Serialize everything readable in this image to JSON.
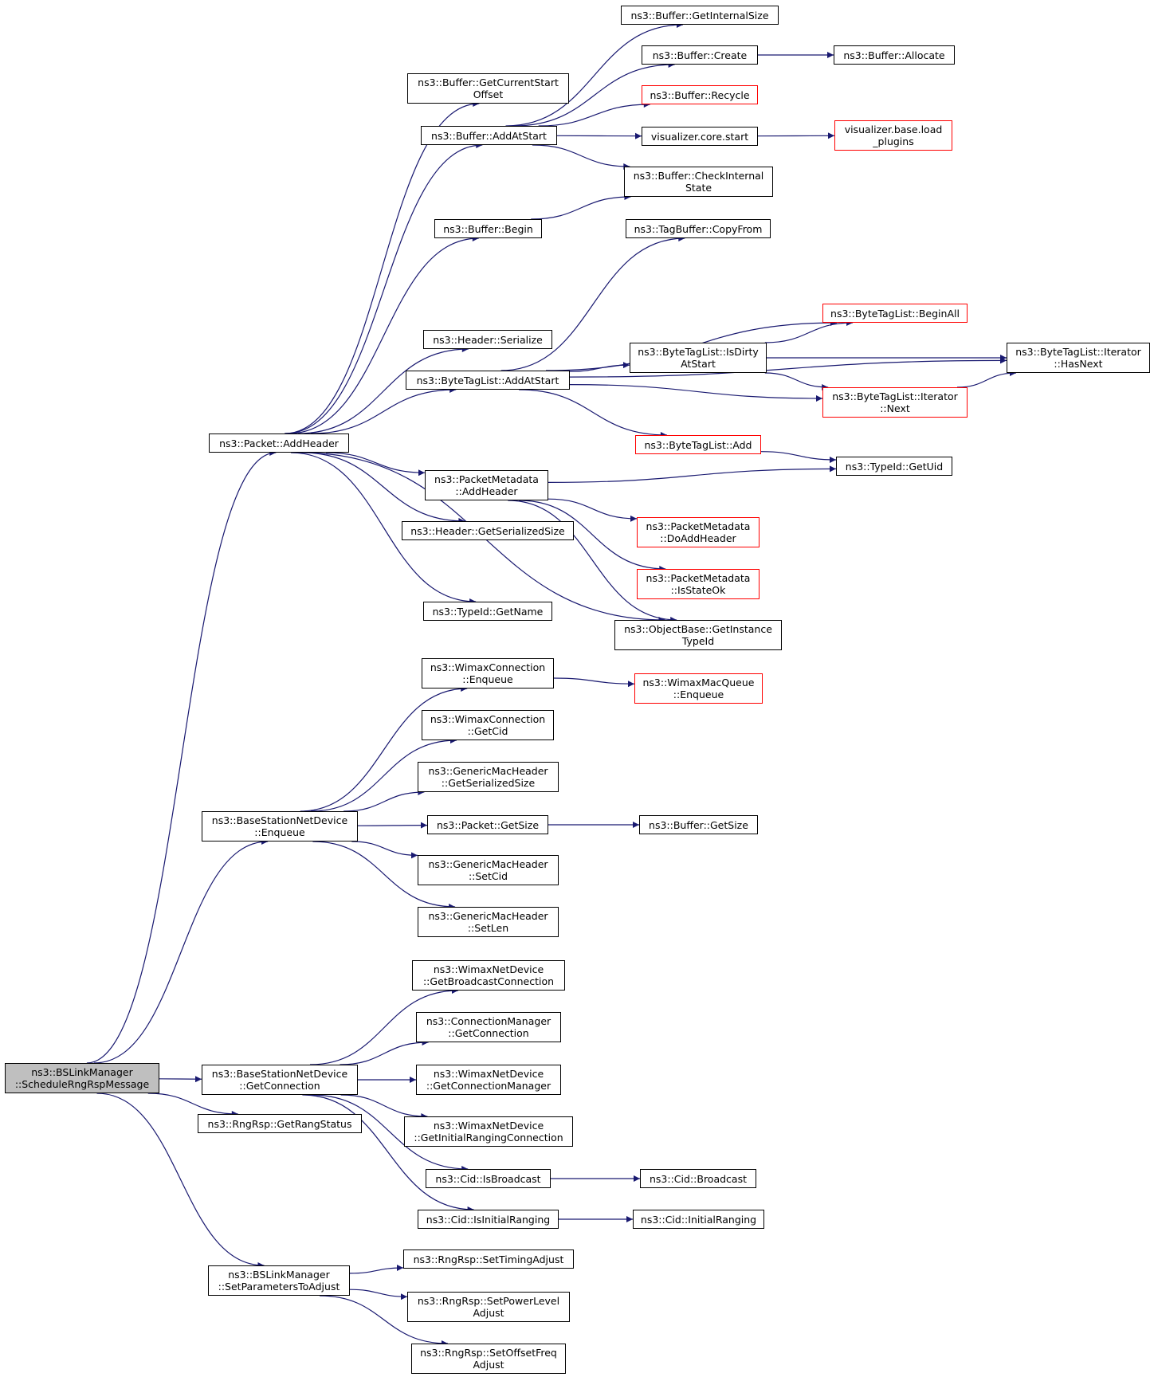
{
  "graph": {
    "colors": {
      "edge": "#191970",
      "node_border": "#000000",
      "incomplete_border": "#ff0000",
      "root_fill": "#bfbfbf",
      "background": "#ffffff"
    },
    "nodes": [
      {
        "id": "n0",
        "label": "ns3::BSLinkManager\n::ScheduleRngRspMessage",
        "style": "root"
      },
      {
        "id": "n1",
        "label": "ns3::Packet::AddHeader",
        "style": "normal"
      },
      {
        "id": "n2",
        "label": "ns3::BaseStationNetDevice\n::Enqueue",
        "style": "normal"
      },
      {
        "id": "n3",
        "label": "ns3::BaseStationNetDevice\n::GetConnection",
        "style": "normal"
      },
      {
        "id": "n4",
        "label": "ns3::RngRsp::GetRangStatus",
        "style": "normal"
      },
      {
        "id": "n5",
        "label": "ns3::BSLinkManager\n::SetParametersToAdjust",
        "style": "normal"
      },
      {
        "id": "n6",
        "label": "ns3::Buffer::GetCurrentStart\nOffset",
        "style": "normal"
      },
      {
        "id": "n7",
        "label": "ns3::Buffer::AddAtStart",
        "style": "normal"
      },
      {
        "id": "n8",
        "label": "ns3::Buffer::Begin",
        "style": "normal"
      },
      {
        "id": "n9",
        "label": "ns3::Header::Serialize",
        "style": "normal"
      },
      {
        "id": "n10",
        "label": "ns3::ByteTagList::AddAtStart",
        "style": "normal"
      },
      {
        "id": "n11",
        "label": "ns3::PacketMetadata\n::AddHeader",
        "style": "normal"
      },
      {
        "id": "n12",
        "label": "ns3::Header::GetSerializedSize",
        "style": "normal"
      },
      {
        "id": "n13",
        "label": "ns3::TypeId::GetName",
        "style": "normal"
      },
      {
        "id": "n14",
        "label": "ns3::Buffer::GetInternalSize",
        "style": "normal"
      },
      {
        "id": "n15",
        "label": "ns3::Buffer::Create",
        "style": "normal"
      },
      {
        "id": "n16",
        "label": "ns3::Buffer::Allocate",
        "style": "normal"
      },
      {
        "id": "n17",
        "label": "ns3::Buffer::Recycle",
        "style": "incomplete"
      },
      {
        "id": "n18",
        "label": "visualizer.core.start",
        "style": "normal"
      },
      {
        "id": "n19",
        "label": "visualizer.base.load\n_plugins",
        "style": "incomplete"
      },
      {
        "id": "n20",
        "label": "ns3::Buffer::CheckInternal\nState",
        "style": "normal"
      },
      {
        "id": "n21",
        "label": "ns3::TagBuffer::CopyFrom",
        "style": "normal"
      },
      {
        "id": "n22",
        "label": "ns3::ByteTagList::BeginAll",
        "style": "incomplete"
      },
      {
        "id": "n23",
        "label": "ns3::ByteTagList::IsDirty\nAtStart",
        "style": "normal"
      },
      {
        "id": "n24",
        "label": "ns3::ByteTagList::Iterator\n::HasNext",
        "style": "normal"
      },
      {
        "id": "n25",
        "label": "ns3::ByteTagList::Iterator\n::Next",
        "style": "incomplete"
      },
      {
        "id": "n26",
        "label": "ns3::ByteTagList::Add",
        "style": "incomplete"
      },
      {
        "id": "n27",
        "label": "ns3::TypeId::GetUid",
        "style": "normal"
      },
      {
        "id": "n28",
        "label": "ns3::PacketMetadata\n::DoAddHeader",
        "style": "incomplete"
      },
      {
        "id": "n29",
        "label": "ns3::PacketMetadata\n::IsStateOk",
        "style": "incomplete"
      },
      {
        "id": "n30",
        "label": "ns3::ObjectBase::GetInstance\nTypeId",
        "style": "normal"
      },
      {
        "id": "n31",
        "label": "ns3::WimaxConnection\n::Enqueue",
        "style": "normal"
      },
      {
        "id": "n32",
        "label": "ns3::WimaxMacQueue\n::Enqueue",
        "style": "incomplete"
      },
      {
        "id": "n33",
        "label": "ns3::WimaxConnection\n::GetCid",
        "style": "normal"
      },
      {
        "id": "n34",
        "label": "ns3::GenericMacHeader\n::GetSerializedSize",
        "style": "normal"
      },
      {
        "id": "n35",
        "label": "ns3::Packet::GetSize",
        "style": "normal"
      },
      {
        "id": "n36",
        "label": "ns3::Buffer::GetSize",
        "style": "normal"
      },
      {
        "id": "n37",
        "label": "ns3::GenericMacHeader\n::SetCid",
        "style": "normal"
      },
      {
        "id": "n38",
        "label": "ns3::GenericMacHeader\n::SetLen",
        "style": "normal"
      },
      {
        "id": "n39",
        "label": "ns3::WimaxNetDevice\n::GetBroadcastConnection",
        "style": "normal"
      },
      {
        "id": "n40",
        "label": "ns3::ConnectionManager\n::GetConnection",
        "style": "normal"
      },
      {
        "id": "n41",
        "label": "ns3::WimaxNetDevice\n::GetConnectionManager",
        "style": "normal"
      },
      {
        "id": "n42",
        "label": "ns3::WimaxNetDevice\n::GetInitialRangingConnection",
        "style": "normal"
      },
      {
        "id": "n43",
        "label": "ns3::Cid::IsBroadcast",
        "style": "normal"
      },
      {
        "id": "n44",
        "label": "ns3::Cid::Broadcast",
        "style": "normal"
      },
      {
        "id": "n45",
        "label": "ns3::Cid::IsInitialRanging",
        "style": "normal"
      },
      {
        "id": "n46",
        "label": "ns3::Cid::InitialRanging",
        "style": "normal"
      },
      {
        "id": "n47",
        "label": "ns3::RngRsp::SetTimingAdjust",
        "style": "normal"
      },
      {
        "id": "n48",
        "label": "ns3::RngRsp::SetPowerLevel\nAdjust",
        "style": "normal"
      },
      {
        "id": "n49",
        "label": "ns3::RngRsp::SetOffsetFreq\nAdjust",
        "style": "normal"
      }
    ],
    "edges": [
      [
        "n0",
        "n1"
      ],
      [
        "n0",
        "n2"
      ],
      [
        "n0",
        "n3"
      ],
      [
        "n0",
        "n4"
      ],
      [
        "n0",
        "n5"
      ],
      [
        "n1",
        "n6"
      ],
      [
        "n1",
        "n7"
      ],
      [
        "n1",
        "n8"
      ],
      [
        "n1",
        "n9"
      ],
      [
        "n1",
        "n10"
      ],
      [
        "n1",
        "n11"
      ],
      [
        "n1",
        "n12"
      ],
      [
        "n1",
        "n13"
      ],
      [
        "n1",
        "n30"
      ],
      [
        "n7",
        "n14"
      ],
      [
        "n7",
        "n15"
      ],
      [
        "n7",
        "n17"
      ],
      [
        "n7",
        "n18"
      ],
      [
        "n7",
        "n20"
      ],
      [
        "n15",
        "n16"
      ],
      [
        "n18",
        "n19"
      ],
      [
        "n8",
        "n20"
      ],
      [
        "n10",
        "n21"
      ],
      [
        "n10",
        "n22"
      ],
      [
        "n10",
        "n23"
      ],
      [
        "n10",
        "n24"
      ],
      [
        "n10",
        "n25"
      ],
      [
        "n10",
        "n26"
      ],
      [
        "n23",
        "n22"
      ],
      [
        "n23",
        "n24"
      ],
      [
        "n23",
        "n25"
      ],
      [
        "n25",
        "n24"
      ],
      [
        "n26",
        "n27"
      ],
      [
        "n11",
        "n27"
      ],
      [
        "n11",
        "n28"
      ],
      [
        "n11",
        "n29"
      ],
      [
        "n11",
        "n30"
      ],
      [
        "n2",
        "n31"
      ],
      [
        "n2",
        "n33"
      ],
      [
        "n2",
        "n34"
      ],
      [
        "n2",
        "n35"
      ],
      [
        "n2",
        "n37"
      ],
      [
        "n2",
        "n38"
      ],
      [
        "n31",
        "n32"
      ],
      [
        "n35",
        "n36"
      ],
      [
        "n3",
        "n39"
      ],
      [
        "n3",
        "n40"
      ],
      [
        "n3",
        "n41"
      ],
      [
        "n3",
        "n42"
      ],
      [
        "n3",
        "n43"
      ],
      [
        "n3",
        "n45"
      ],
      [
        "n43",
        "n44"
      ],
      [
        "n45",
        "n46"
      ],
      [
        "n5",
        "n47"
      ],
      [
        "n5",
        "n48"
      ],
      [
        "n5",
        "n49"
      ]
    ]
  }
}
